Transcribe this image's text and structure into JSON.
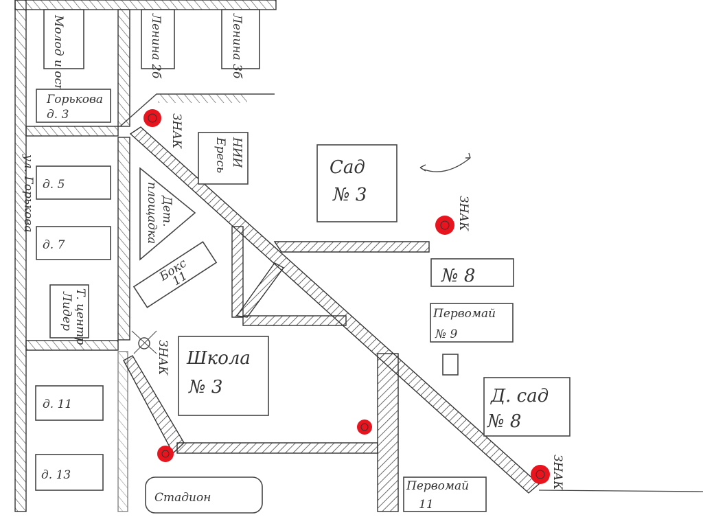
{
  "street": "ул. Горькова",
  "buildings": {
    "molod": "Молод и ост",
    "lenina_2b": "Ленина 2б",
    "lenina_3b": "Ленина 3б",
    "gorkova_3": [
      "Горькова",
      "д. 3"
    ],
    "d5": "д. 5",
    "d7": "д. 7",
    "tcentr": [
      "Т. центр",
      "Лидер"
    ],
    "d11": "д. 11",
    "d13": "д. 13",
    "playground": [
      "Дет.",
      "площадка"
    ],
    "box11": [
      "Бокс",
      "11"
    ],
    "nii": [
      "НИИ",
      "Ересь"
    ],
    "sad3": [
      "Сад",
      "№ 3"
    ],
    "n8": "№ 8",
    "pervomay9": [
      "Первомай",
      "№ 9"
    ],
    "dsad8": [
      "Д. сад",
      "№ 8"
    ],
    "school3": [
      "Школа",
      "№ 3"
    ],
    "stadium": "Стадион",
    "pervomay11": [
      "Первомай",
      "11"
    ]
  },
  "signs": [
    "ЗНАК",
    "ЗНАК",
    "ЗНАК",
    "ЗНАК"
  ],
  "colors": {
    "marker": "#e8141e",
    "ink": "#333333"
  }
}
